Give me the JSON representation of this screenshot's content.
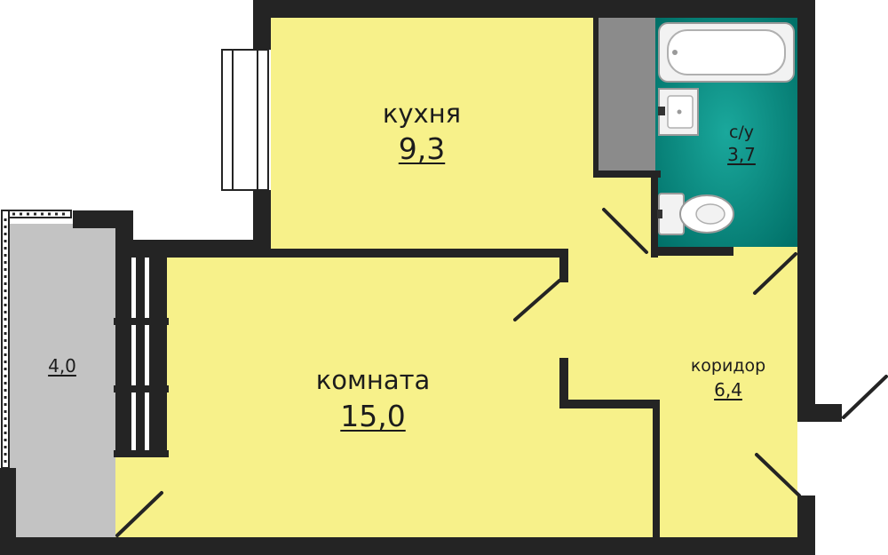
{
  "colors": {
    "floor": "#f7f18a",
    "wall": "#242424",
    "balcony": "#c3c3c3",
    "bathroom": "#00897f",
    "wardrobe": "#8b8b8b",
    "fixture": "#f2f2f2"
  },
  "rooms": {
    "kitchen": {
      "name": "кухня",
      "area": "9,3"
    },
    "bathroom": {
      "name": "с/у",
      "area": "3,7"
    },
    "room": {
      "name": "комната",
      "area": "15,0"
    },
    "corridor": {
      "name": "коридор",
      "area": "6,4"
    },
    "balcony": {
      "area": "4,0"
    }
  },
  "icons": [
    "bathtub-icon",
    "sink-icon",
    "toilet-icon",
    "window-icon",
    "door-icon"
  ]
}
